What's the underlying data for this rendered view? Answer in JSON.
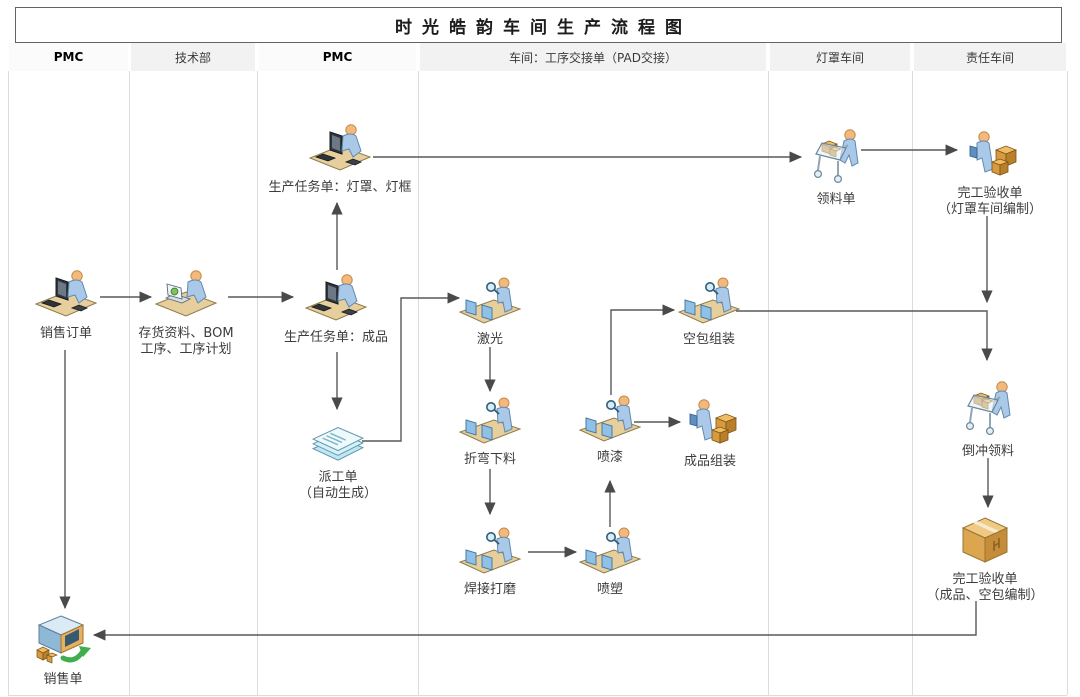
{
  "title": "时光皓韵车间生产流程图",
  "lanes": [
    {
      "label": "PMC"
    },
    {
      "label": "技术部"
    },
    {
      "label": "PMC"
    },
    {
      "label": "车间：工序交接单（PAD交接）"
    },
    {
      "label": "灯罩车间"
    },
    {
      "label": "责任车间"
    }
  ],
  "nodes": {
    "sales_order": {
      "label": "销售订单",
      "icon": "desktop-user-icon"
    },
    "inventory_bom": {
      "label": "存货资料、BOM\n工序、工序计划",
      "icon": "laptop-user-icon"
    },
    "task_lampshade": {
      "label": "生产任务单：灯罩、灯框",
      "icon": "desktop-user-icon"
    },
    "task_finished": {
      "label": "生产任务单：成品",
      "icon": "desktop-user-icon"
    },
    "dispatch": {
      "label": "派工单\n（自动生成）",
      "icon": "papers-icon"
    },
    "laser": {
      "label": "激光",
      "icon": "workstation-user-icon"
    },
    "bending": {
      "label": "折弯下料",
      "icon": "workstation-user-icon"
    },
    "welding": {
      "label": "焊接打磨",
      "icon": "workstation-user-icon"
    },
    "powder_coat": {
      "label": "喷塑",
      "icon": "workstation-user-icon"
    },
    "paint": {
      "label": "喷漆",
      "icon": "workstation-user-icon"
    },
    "empty_pack_assembly": {
      "label": "空包组装",
      "icon": "workstation-user-icon"
    },
    "product_assembly": {
      "label": "成品组装",
      "icon": "user-boxes-icon"
    },
    "material_requisition": {
      "label": "领料单",
      "icon": "cart-user-icon"
    },
    "completion_lampshade": {
      "label": "完工验收单\n（灯罩车间编制）",
      "icon": "user-boxes-icon"
    },
    "backflush": {
      "label": "倒冲领料",
      "icon": "cart-user-icon"
    },
    "completion_finished": {
      "label": "完工验收单\n（成品、空包编制）",
      "icon": "carton-box-icon"
    },
    "sales_delivery": {
      "label": "销售单",
      "icon": "shipment-icon"
    }
  },
  "colors": {
    "line": "#595959",
    "arrowhead": "#4a4a4a",
    "lane_divider": "#dcdcdc",
    "header_fill": "#f2f2f2"
  }
}
